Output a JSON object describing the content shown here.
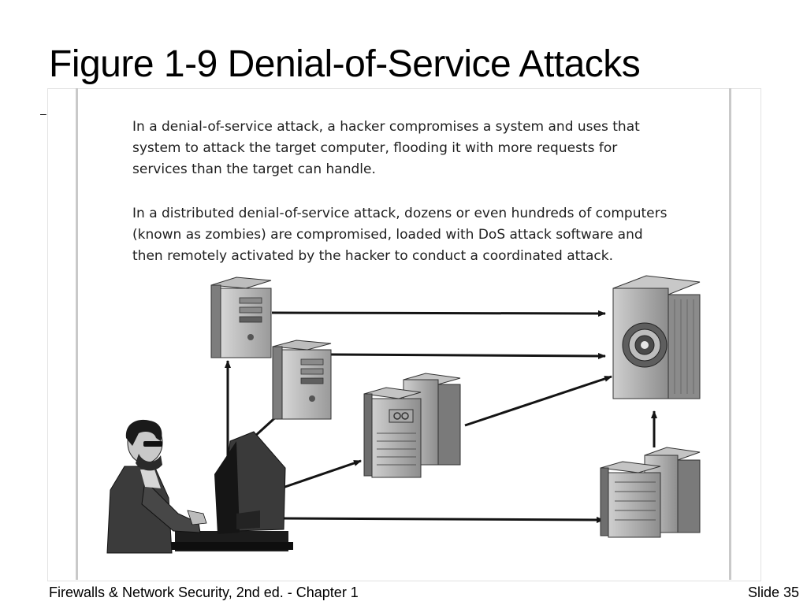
{
  "slide": {
    "title": "Figure 1-9 Denial-of-Service Attacks",
    "footer_left": "Firewalls & Network Security, 2nd ed. - Chapter 1",
    "footer_right": "Slide 35"
  },
  "figure": {
    "paragraph1": [
      "In a denial-of-service attack, a hacker compromises a system and uses that",
      "system to attack the target computer, flooding it with more requests for",
      "services than the target can handle."
    ],
    "paragraph2": [
      "In a distributed denial-of-service attack, dozens or even hundreds of computers",
      "(known as zombies) are compromised, loaded with DoS attack software and",
      "then remotely activated by the hacker to conduct a coordinated attack."
    ],
    "nodes": {
      "hacker": "hacker-at-computer",
      "zombie_1": "tower-pc",
      "zombie_2": "tower-pc",
      "zombie_3": "server-pair",
      "zombie_4": "server-pair",
      "target": "target-server"
    }
  }
}
